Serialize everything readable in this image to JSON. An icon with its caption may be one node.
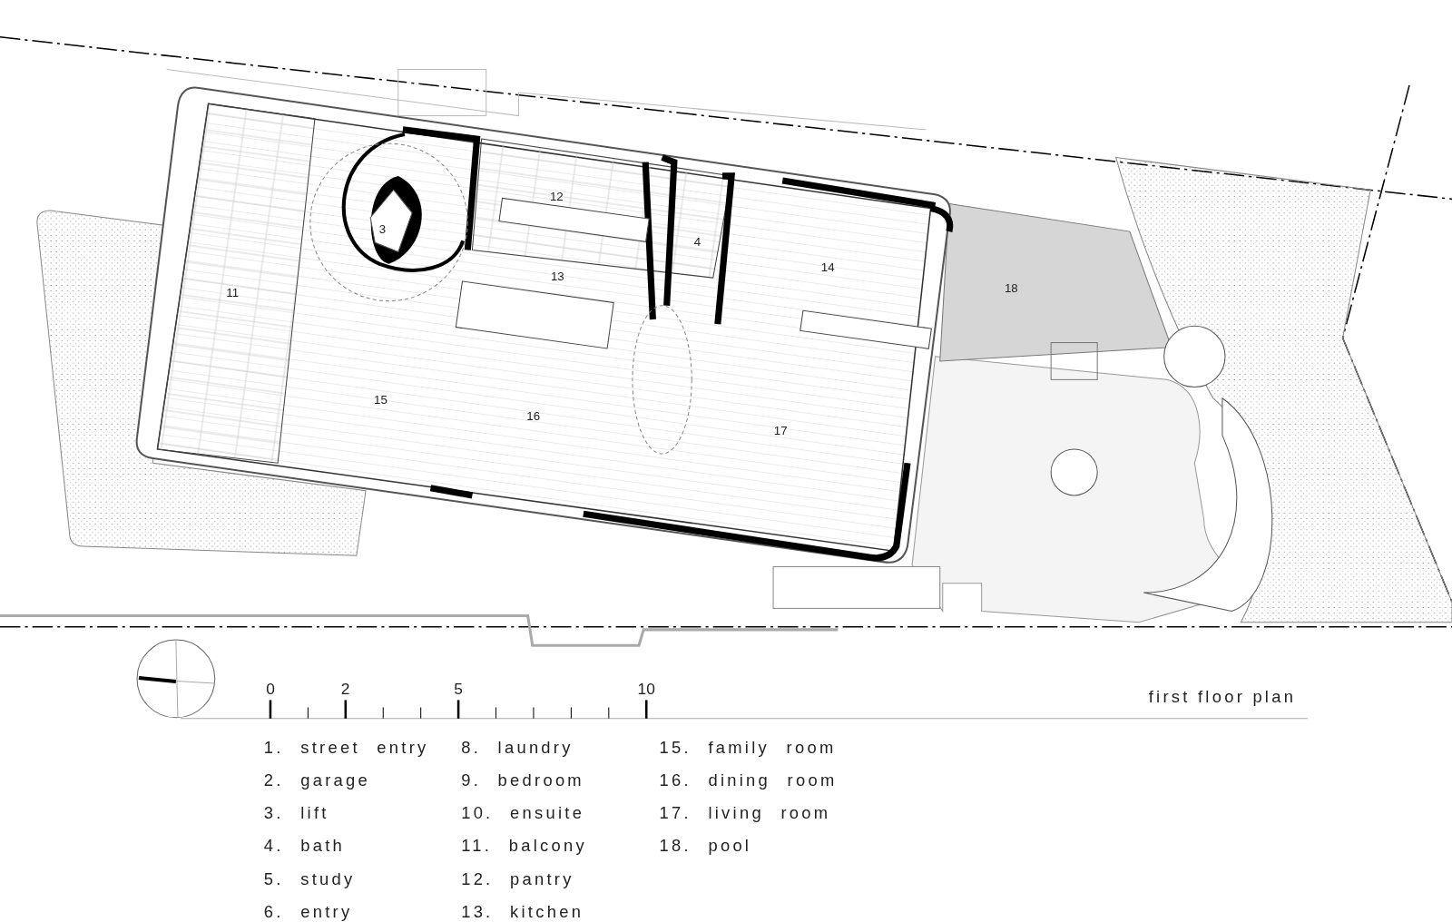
{
  "diagram": {
    "title": "first floor plan",
    "labels": [
      "12",
      "3",
      "4",
      "14",
      "13",
      "18",
      "11",
      "15",
      "16",
      "17",
      "0",
      "2",
      "5",
      "10",
      "1. street entry",
      "8. laundry",
      "15. family room",
      "2. garage",
      "9. bedroom",
      "16. dining room",
      "3. lift",
      "10. ensuite",
      "17. living room",
      "4. bath",
      "11. balcony",
      "18. pool",
      "5. study",
      "12. pantry",
      "6. entry",
      "13. kitchen"
    ]
  }
}
